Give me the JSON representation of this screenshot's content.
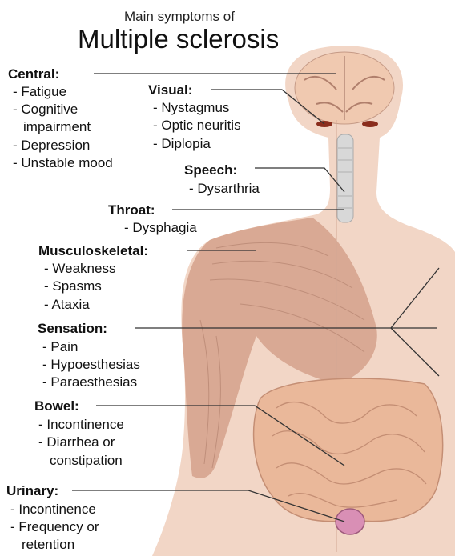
{
  "title": {
    "subtitle": "Main symptoms of",
    "main": "Multiple sclerosis"
  },
  "groups": {
    "central": {
      "heading": "Central:",
      "items": [
        "- Fatigue",
        "- Cognitive",
        "impairment",
        "- Depression",
        "- Unstable mood"
      ]
    },
    "visual": {
      "heading": "Visual:",
      "items": [
        "- Nystagmus",
        "- Optic neuritis",
        "- Diplopia"
      ]
    },
    "speech": {
      "heading": "Speech:",
      "items": [
        "- Dysarthria"
      ]
    },
    "throat": {
      "heading": "Throat:",
      "items": [
        "- Dysphagia"
      ]
    },
    "musculoskeletal": {
      "heading": "Musculoskeletal:",
      "items": [
        "- Weakness",
        "- Spasms",
        "- Ataxia"
      ]
    },
    "sensation": {
      "heading": "Sensation:",
      "items": [
        "- Pain",
        "- Hypoesthesias",
        "- Paraesthesias"
      ]
    },
    "bowel": {
      "heading": "Bowel:",
      "items": [
        "- Incontinence",
        "- Diarrhea or",
        "constipation"
      ]
    },
    "urinary": {
      "heading": "Urinary:",
      "items": [
        "- Incontinence",
        "- Frequency or",
        "retention"
      ]
    }
  },
  "colors": {
    "skin": "#f2d6c6",
    "muscle": "#d9a994",
    "intestine": "#eab89a",
    "brain": "#f0c9b0",
    "bladder": "#d98fb5",
    "leader_line": "#333333"
  }
}
